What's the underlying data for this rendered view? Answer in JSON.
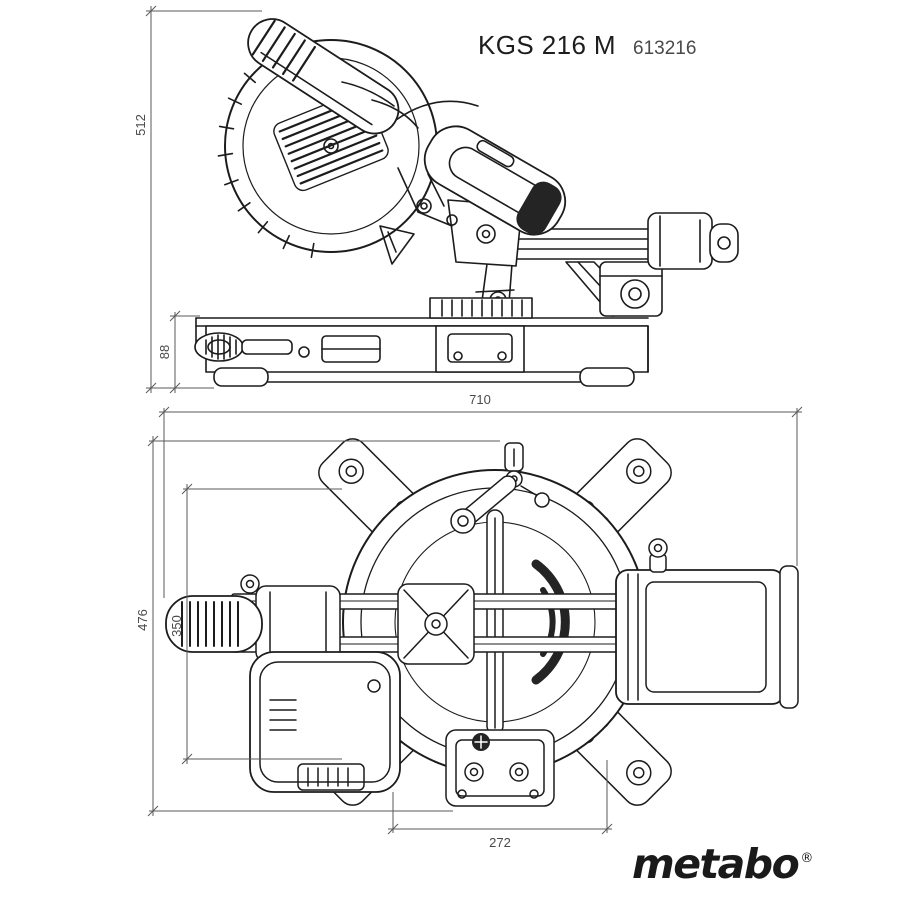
{
  "header": {
    "model": "KGS 216 M",
    "article_no": "613216"
  },
  "dimensions": {
    "side": {
      "overall_height": "512",
      "table_height": "88"
    },
    "top": {
      "overall_width": "710",
      "overall_depth": "476",
      "fence_depth": "350",
      "base_width": "272"
    }
  },
  "logo": {
    "brand": "metabo",
    "registered_mark": "®"
  },
  "colors": {
    "line": "#1c1c1c",
    "dimension": "#5a5a5a",
    "dark_fill": "#242424",
    "background": "#ffffff"
  }
}
